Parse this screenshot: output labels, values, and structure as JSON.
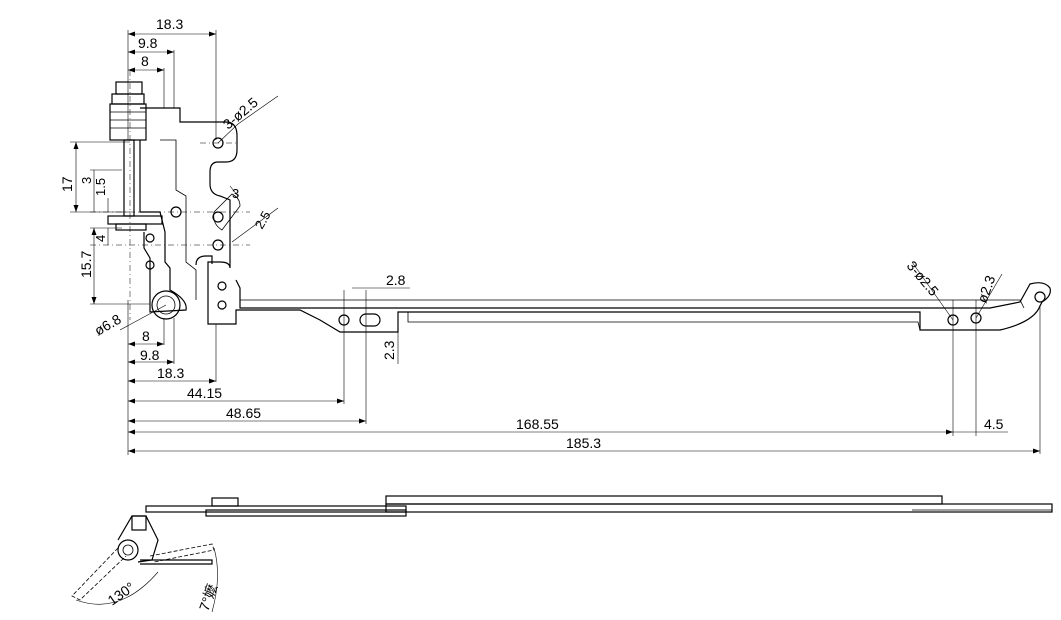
{
  "dimensions": {
    "top_18_3": "18.3",
    "top_9_8": "9.8",
    "top_8": "8",
    "hole_3_phi2_5_top": "3-ø2.5",
    "left_17": "17",
    "left_3": "3",
    "left_1_5": "1.5",
    "left_4": "4",
    "left_15_7": "15.7",
    "slot_3": "3",
    "slot_2_5": "2.5",
    "phi6_8": "ø6.8",
    "bottom_8": "8",
    "bottom_9_8": "9.8",
    "bottom_18_3": "18.3",
    "d_44_15": "44.15",
    "d_48_65": "48.65",
    "d_2_8": "2.8",
    "d_2_3": "2.3",
    "d_168_55": "168.55",
    "d_4_5": "4.5",
    "d_185_3": "185.3",
    "hole_3_phi2_5_right": "3-ø2.5",
    "phi2_3": "ø2.3",
    "angle_130": "130°",
    "angle_stop": "7°嬷"
  }
}
